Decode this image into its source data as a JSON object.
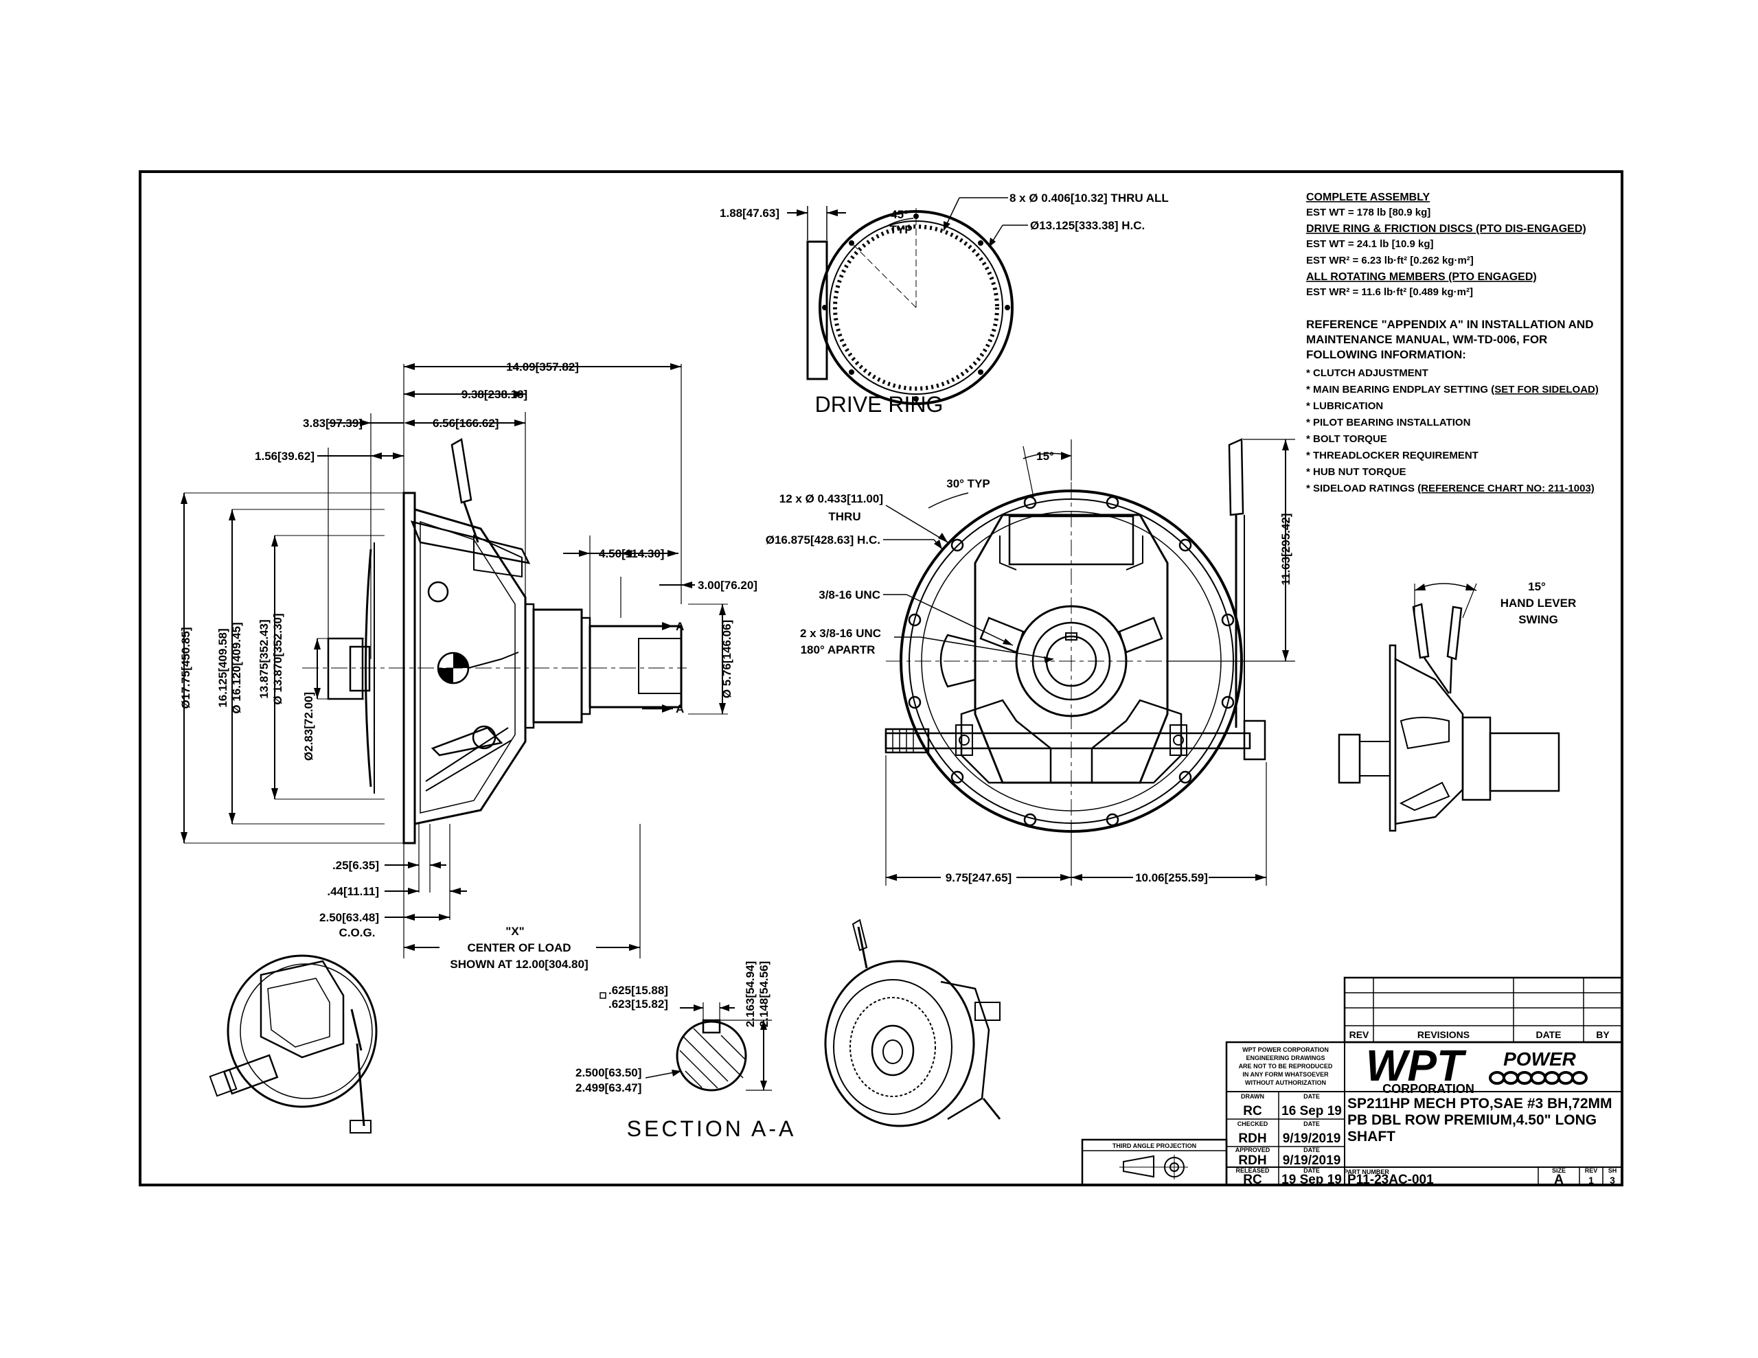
{
  "dims": {
    "drive_thk": "1.88[47.63]",
    "typ45": "45°",
    "typ": "TYP",
    "holes8": "8 x Ø 0.406[10.32] THRU ALL",
    "hc13": "Ø13.125[333.38] H.C.",
    "d1409": "14.09[357.82]",
    "d938": "9.38[238.13]",
    "d383": "3.83[97.39]",
    "d656": "6.56[166.62]",
    "d156": "1.56[39.62]",
    "d450": "4.50[114.30]",
    "d300": "3.00[76.20]",
    "dia1775": "Ø17.75[450.85]",
    "dia16125": "16.125[409.58]",
    "dia16120": "Ø 16.120[409.45]",
    "dia13875": "13.875[352.43]",
    "dia13870": "Ø 13.870[352.30]",
    "dia283": "Ø2.83[72.00]",
    "dia576": "Ø 5.76[146.06]",
    "d025": ".25[6.35]",
    "d044": ".44[11.11]",
    "d250": "2.50[63.48]",
    "cog": "C.O.G.",
    "xq": "\"X\"",
    "col": "CENTER OF LOAD",
    "shown": "SHOWN AT 12.00[304.80]",
    "typ30": "30° TYP",
    "d15": "15°",
    "holes12": "12 x Ø 0.433[11.00]",
    "thru": "THRU",
    "hc16": "Ø16.875[428.63] H.C.",
    "unc1": "3/8-16 UNC",
    "unc2": "2 x 3/8-16 UNC",
    "apart": "180° APARTR",
    "d1163": "11.63[295.42]",
    "d975": "9.75[247.65]",
    "d1006": "10.06[255.59]",
    "lever15": "15°",
    "handlever": "HAND LEVER",
    "swing": "SWING",
    "key1": ".625[15.88]",
    "key2": ".623[15.82]",
    "kh1": "2.163[54.94]",
    "kh2": "2.148[54.56]",
    "shd1": "2.500[63.50]",
    "shd2": "2.499[63.47]",
    "sec_a": "A"
  },
  "labels": {
    "drive_ring": "DRIVE RING",
    "section": "SECTION A-A"
  },
  "notes": {
    "h1": "COMPLETE ASSEMBLY",
    "n1": "EST WT = 178 lb [80.9 kg]",
    "h2": "DRIVE RING & FRICTION DISCS (PTO DIS-ENGAGED)",
    "n2": "EST WT = 24.1 lb [10.9 kg]",
    "n3": "EST WR² = 6.23 lb·ft² [0.262 kg·m²]",
    "h3": "ALL ROTATING MEMBERS (PTO ENGAGED)",
    "n4": "EST WR² = 11.6 lb·ft² [0.489 kg·m²]",
    "ref1": "REFERENCE \"APPENDIX A\" IN INSTALLATION AND",
    "ref2": "MAINTENANCE MANUAL, WM-TD-006, FOR",
    "ref3": "FOLLOWING INFORMATION:",
    "b1": "* CLUTCH ADJUSTMENT",
    "b2a": "* MAIN BEARING ENDPLAY SETTING ",
    "b2b": "(SET FOR SIDELOAD)",
    "b3": "* LUBRICATION",
    "b4": "* PILOT BEARING INSTALLATION",
    "b5": "* BOLT TORQUE",
    "b6": "* THREADLOCKER REQUIREMENT",
    "b7": "* HUB NUT TORQUE",
    "b8a": "* SIDELOAD RATINGS ",
    "b8b": "(REFERENCE CHART NO: 211-1003)"
  },
  "title_block": {
    "rev": "REV",
    "revisions": "REVISIONS",
    "date": "DATE",
    "by": "BY",
    "legal1": "WPT POWER CORPORATION",
    "legal2": "ENGINEERING DRAWINGS",
    "legal3": "ARE NOT TO BE REPRODUCED",
    "legal4": "IN ANY FORM WHATSOEVER",
    "legal5": "WITHOUT AUTHORIZATION",
    "logo": "WPT",
    "logo_power": "POWER",
    "logo_corp": "CORPORATION",
    "drawn_by": "RC",
    "drawn_date": "16 Sep 19",
    "checked_by": "RDH",
    "checked_date": "9/19/2019",
    "approved_by": "RDH",
    "approved_date": "9/19/2019",
    "released_by": "RC",
    "released_date": "19 Sep 19",
    "title1": "SP211HP MECH PTO,SAE #3 BH,72MM",
    "title2": "PB DBL ROW PREMIUM,4.50\" LONG",
    "title3": "SHAFT",
    "part_no": "P11-23AC-001",
    "size": "A",
    "scale": "1",
    "sheet": "3",
    "projection": "THIRD ANGLE PROJECTION",
    "hdr_drawn": "DRAWN",
    "hdr_checked": "CHECKED",
    "hdr_approved": "APPROVED",
    "hdr_released": "RELEASED",
    "hdr_date": "DATE",
    "hdr_partno": "PART NUMBER",
    "hdr_size": "SIZE",
    "hdr_rev": "REV",
    "hdr_sheet": "SH"
  }
}
